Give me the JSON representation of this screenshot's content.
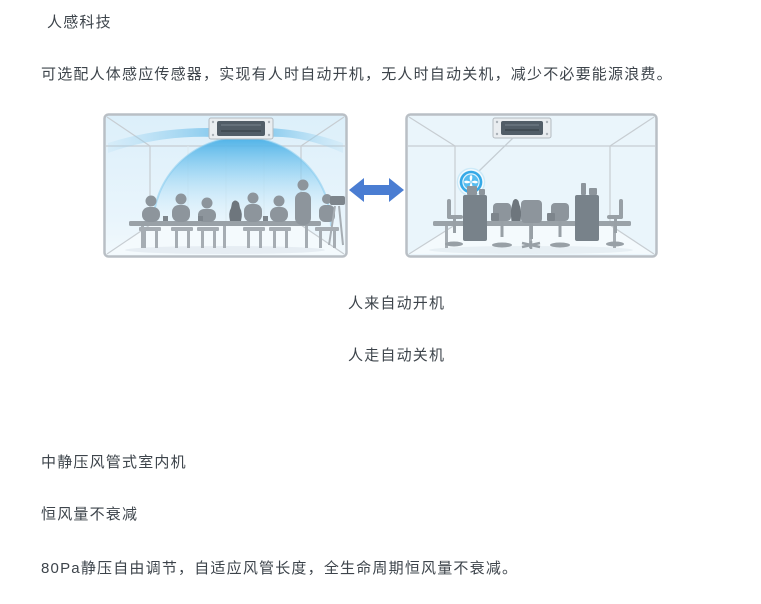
{
  "colors": {
    "text": "#3d444b",
    "arrow_blue": "#4a7dd2",
    "air_blue": "#45aee6",
    "room_border": "#b9bfc5",
    "room_bg": "#e9f4fb",
    "silhouette_gray": "#8d959c",
    "power_icon_blue": "#2fa7e6"
  },
  "icons": {
    "double_arrow": "double-headed-arrow",
    "power_badge": "fan-power-badge",
    "ac_unit": "ceiling-cassette-ac"
  },
  "human_sensing": {
    "title": "人感科技",
    "description": "可选配人体感应传感器，实现有人时自动开机，无人时自动关机，减少不必要能源浪费。",
    "captions": [
      "人来自动开机",
      "人走自动关机"
    ]
  },
  "duct_section": {
    "title": "中静压风管式室内机",
    "subtitle": "恒风量不衰减",
    "description": "80Pa静压自由调节，自适应风管长度，全生命周期恒风量不衰减。"
  }
}
